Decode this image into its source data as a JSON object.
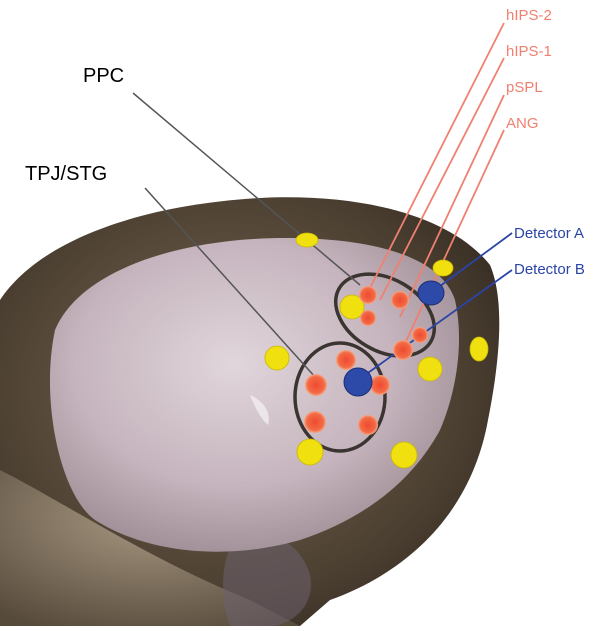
{
  "labels": {
    "ppc": "PPC",
    "tpj_stg": "TPJ/STG",
    "hips2": "hIPS-2",
    "hips1": "hIPS-1",
    "pspl": "pSPL",
    "ang": "ANG",
    "detector_a": "Detector A",
    "detector_b": "Detector B"
  },
  "colors": {
    "black_label": "#000000",
    "region_label": "#f08070",
    "detector_label": "#2a44a8",
    "source_optode": "#f0e010",
    "detector_optode": "#2e4aa8",
    "channel": "#f05a40",
    "scalp": "#4a3e30",
    "cortex": "#c9b6c2"
  }
}
